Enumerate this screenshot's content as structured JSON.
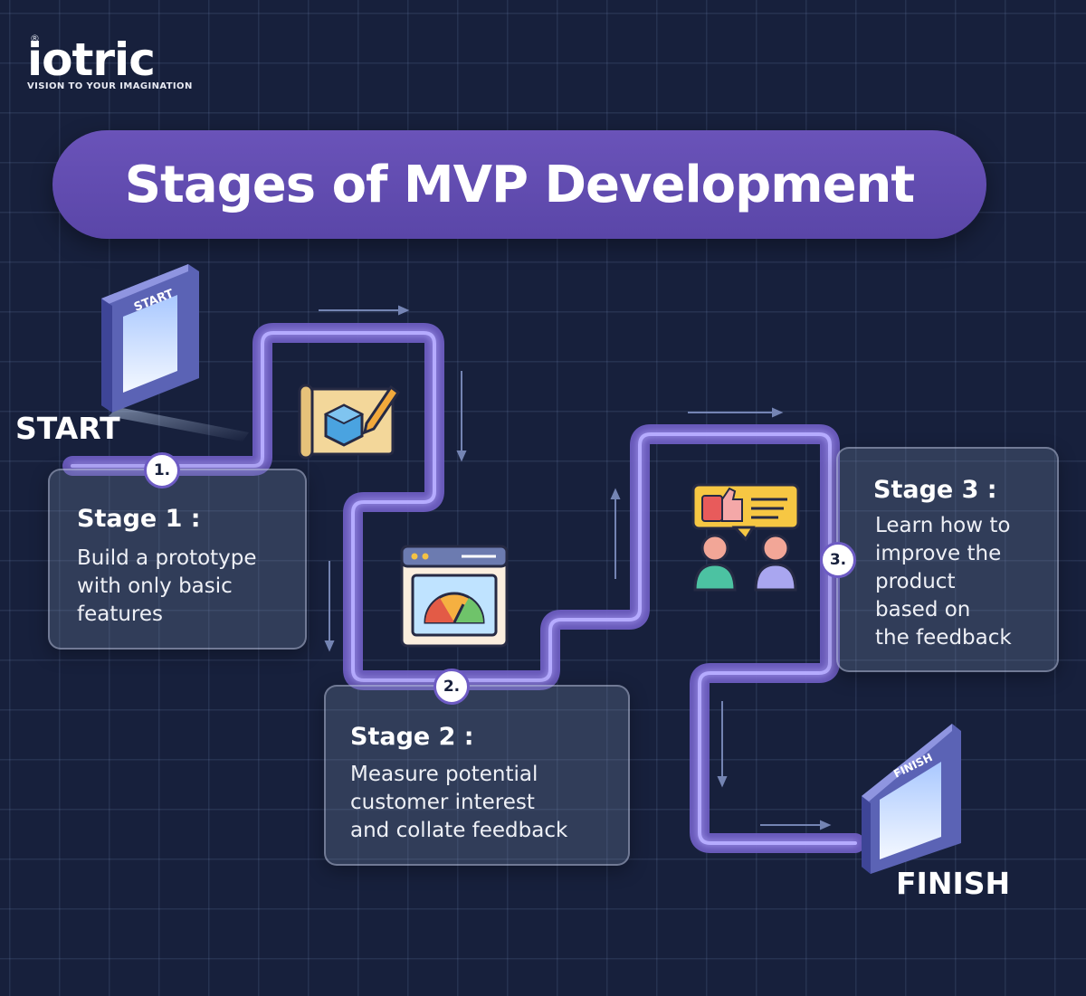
{
  "logo": {
    "registered": "®",
    "name": "iotric",
    "tagline": "VISION TO YOUR IMAGINATION"
  },
  "title": "Stages of MVP Development",
  "start": {
    "sign": "START",
    "label": "START"
  },
  "finish": {
    "sign": "FINISH",
    "label": "FINISH"
  },
  "stages": [
    {
      "number": "1.",
      "title": "Stage 1 :",
      "description": "Build a prototype\nwith only basic\nfeatures",
      "icon": "blueprint-cube-icon"
    },
    {
      "number": "2.",
      "title": "Stage 2 :",
      "description": "Measure potential\ncustomer interest\nand collate feedback",
      "icon": "dashboard-gauge-icon"
    },
    {
      "number": "3.",
      "title": "Stage 3 :",
      "description": "Learn how to\nimprove the\nproduct\nbased on\nthe feedback",
      "icon": "feedback-people-icon"
    }
  ],
  "colors": {
    "background": "#17203c",
    "path": "#7a6bcb",
    "accent": "#6a53b9"
  }
}
